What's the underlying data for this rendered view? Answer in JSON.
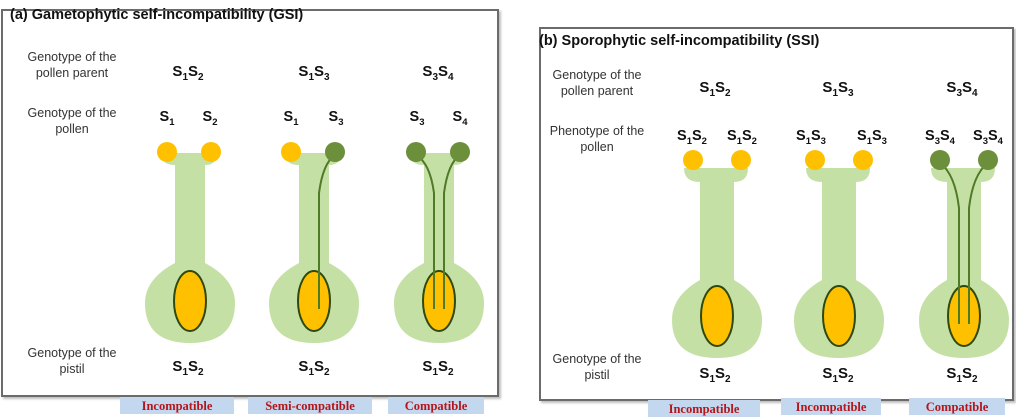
{
  "panel_a": {
    "title": "(a) Gametophytic self-incompatibility (GSI)",
    "row_labels": {
      "pollen_parent_1": "Genotype of the",
      "pollen_parent_2": "pollen parent",
      "pollen_1": "Genotype of the",
      "pollen_2": "pollen",
      "pistil_1": "Genotype of the",
      "pistil_2": "pistil"
    },
    "columns": [
      {
        "parent": [
          "S",
          "1",
          "S",
          "2"
        ],
        "pollen_left": [
          "S",
          "1"
        ],
        "pollen_right": [
          "S",
          "2"
        ],
        "pistil": [
          "S",
          "1",
          "S",
          "2"
        ],
        "result": "Incompatible"
      },
      {
        "parent": [
          "S",
          "1",
          "S",
          "3"
        ],
        "pollen_left": [
          "S",
          "1"
        ],
        "pollen_right": [
          "S",
          "3"
        ],
        "pistil": [
          "S",
          "1",
          "S",
          "2"
        ],
        "result": "Semi-compatible"
      },
      {
        "parent": [
          "S",
          "3",
          "S",
          "4"
        ],
        "pollen_left": [
          "S",
          "3"
        ],
        "pollen_right": [
          "S",
          "4"
        ],
        "pistil": [
          "S",
          "1",
          "S",
          "2"
        ],
        "result": "Compatible"
      }
    ]
  },
  "panel_b": {
    "title": "(b) Sporophytic self-incompatibility (SSI)",
    "row_labels": {
      "pollen_parent_1": "Genotype of the",
      "pollen_parent_2": "pollen parent",
      "pollen_1": "Phenotype of the",
      "pollen_2": "pollen",
      "pistil_1": "Genotype of the",
      "pistil_2": "pistil"
    },
    "columns": [
      {
        "parent": [
          "S",
          "1",
          "S",
          "2"
        ],
        "pollen_left": [
          "S",
          "1",
          "S",
          "2"
        ],
        "pollen_right": [
          "S",
          "1",
          "S",
          "2"
        ],
        "pistil": [
          "S",
          "1",
          "S",
          "2"
        ],
        "result": "Incompatible"
      },
      {
        "parent": [
          "S",
          "1",
          "S",
          "3"
        ],
        "pollen_left": [
          "S",
          "1",
          "S",
          "3"
        ],
        "pollen_right": [
          "S",
          "1",
          "S",
          "3"
        ],
        "pistil": [
          "S",
          "1",
          "S",
          "2"
        ],
        "result": "Incompatible"
      },
      {
        "parent": [
          "S",
          "3",
          "S",
          "4"
        ],
        "pollen_left": [
          "S",
          "3",
          "S",
          "4"
        ],
        "pollen_right": [
          "S",
          "3",
          "S",
          "4"
        ],
        "pistil": [
          "S",
          "1",
          "S",
          "2"
        ],
        "result": "Compatible"
      }
    ]
  },
  "colors": {
    "pistil_green": "#c5e0a5",
    "ovule_yellow": "#ffc000",
    "ovule_outline": "#2e4a12",
    "pollen_yellow": "#ffc000",
    "pollen_green": "#6b8f3a",
    "tube_green": "#4f7a28",
    "result_bg": "#c3d7ee",
    "result_text": "#b5161b"
  }
}
